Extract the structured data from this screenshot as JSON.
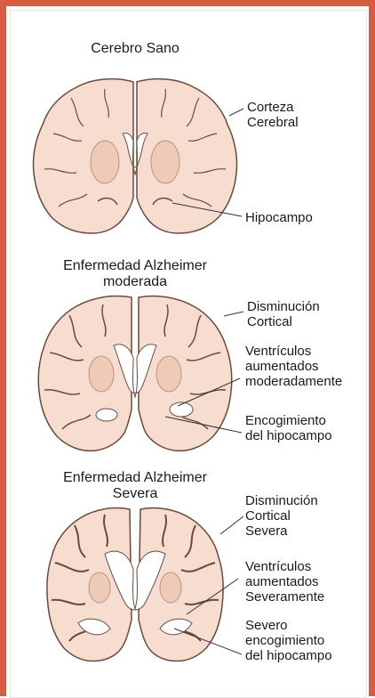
{
  "panels": [
    {
      "title": "Cerebro Sano",
      "labels": [
        "Corteza\nCerebral",
        "Hipocampo"
      ]
    },
    {
      "title": "Enfermedad Alzheimer\nmoderada",
      "labels": [
        "Disminución\nCortical",
        "Ventrículos\naumentados\nmoderadamente",
        "Encogimiento\ndel hipocampo"
      ]
    },
    {
      "title": "Enfermedad Alzheimer\nSevera",
      "labels": [
        "Disminución\nCortical\nSevera",
        "Ventrículos\naumentados\nSeveramente",
        "Severo\nencogimiento\ndel hipocampo"
      ]
    }
  ],
  "colors": {
    "frame": "#d85c42",
    "tissue": "#f7ddd0",
    "deep_tissue": "#eecbb7",
    "outline": "#6b4a3d",
    "ventricle": "#ffffff"
  }
}
